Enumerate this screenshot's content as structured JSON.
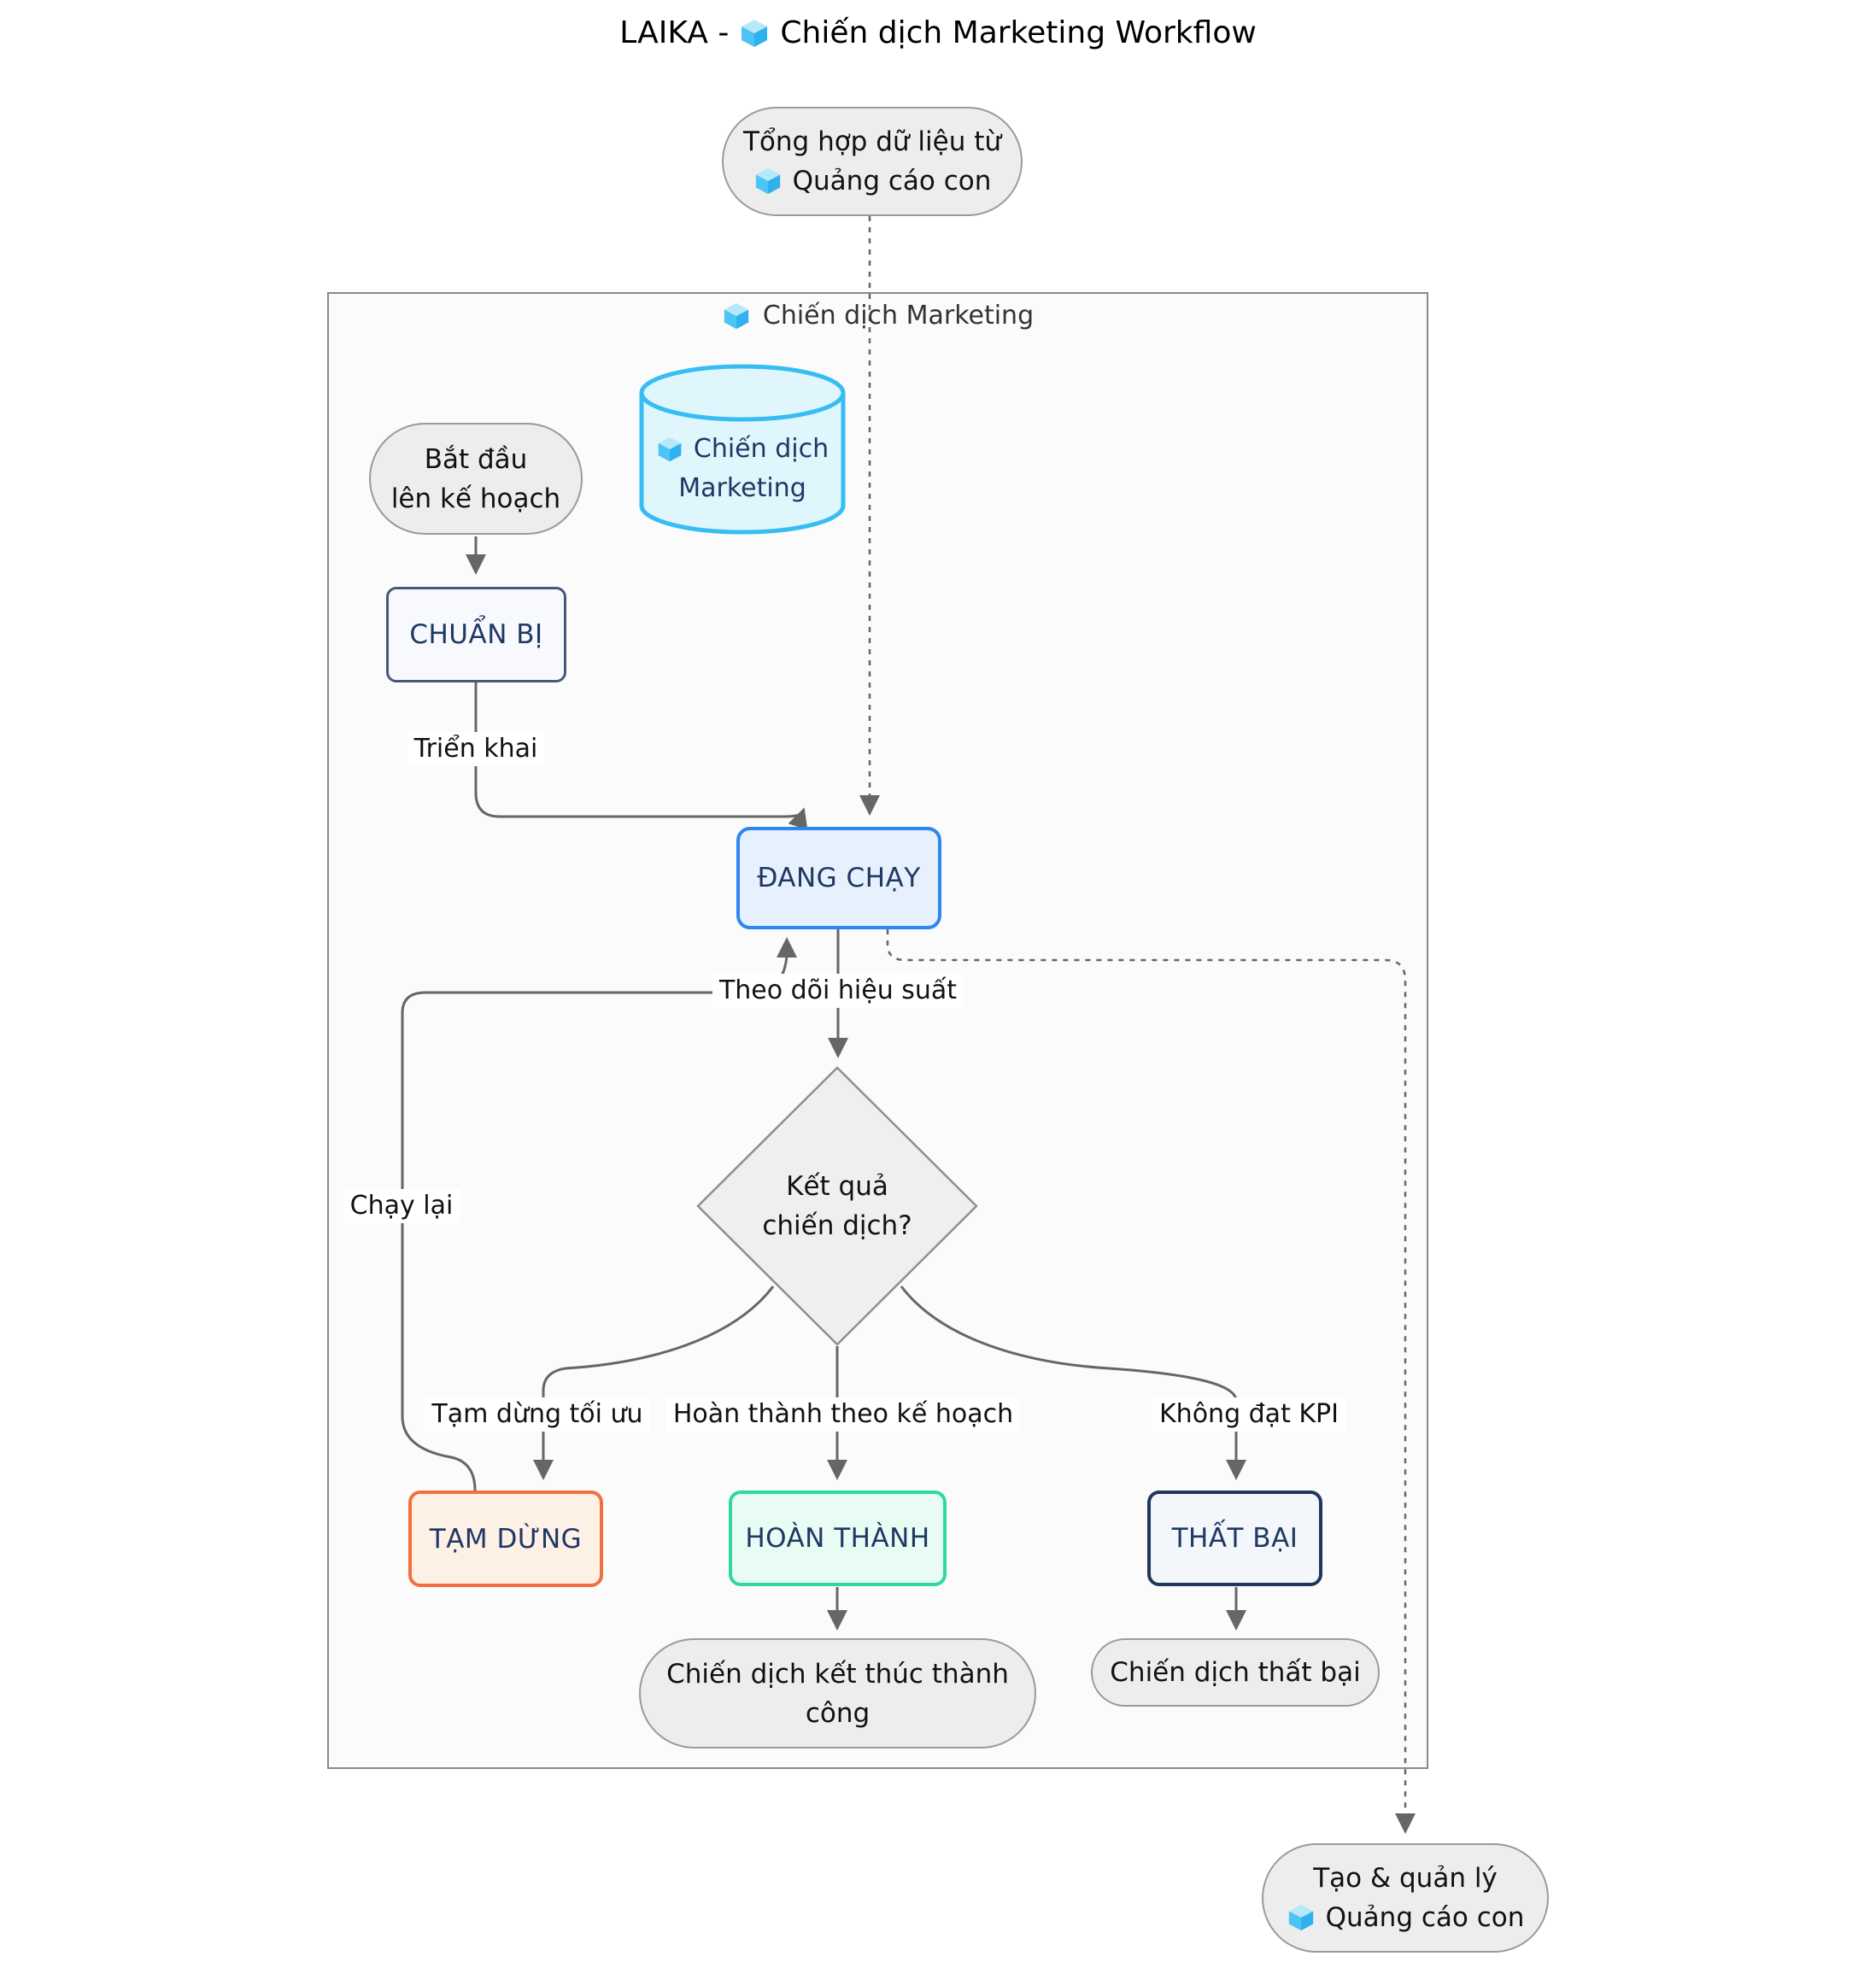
{
  "title": {
    "prefix": "LAIKA -",
    "suffix": "Chiến dịch Marketing Workflow"
  },
  "subgraph": {
    "label": "Chiến dịch Marketing"
  },
  "nodes": {
    "aggregate": {
      "line1": "Tổng hợp dữ liệu từ",
      "line2": "Quảng cáo con"
    },
    "db": {
      "line1": "Chiến dịch",
      "line2": "Marketing"
    },
    "start": {
      "line1": "Bắt đầu",
      "line2": "lên kế hoạch"
    },
    "prepare": {
      "label": "CHUẨN BỊ"
    },
    "running": {
      "label": "ĐANG CHẠY"
    },
    "decision": {
      "line1": "Kết quả",
      "line2": "chiến dịch?"
    },
    "paused": {
      "label": "TẠM DỪNG"
    },
    "completed": {
      "label": "HOÀN THÀNH"
    },
    "failed": {
      "label": "THẤT BẠI"
    },
    "success_end": {
      "line1": "Chiến dịch kết thúc thành",
      "line2": "công"
    },
    "fail_end": {
      "label": "Chiến dịch thất bại"
    },
    "manage": {
      "line1": "Tạo & quản lý",
      "line2": "Quảng cáo con"
    }
  },
  "edge_labels": {
    "deploy": "Triển khai",
    "monitor": "Theo dõi hiệu suất",
    "rerun": "Chạy lại",
    "pause": "Tạm dừng tối ưu",
    "complete": "Hoàn thành theo kế hoạch",
    "fail": "Không đạt KPI"
  },
  "icons": {
    "cube": "cube-icon"
  },
  "colors": {
    "running_border": "#2e86f0",
    "running_fill": "#e6f1fd",
    "prepare_border": "#46597b",
    "prepare_fill": "#f7f9fc",
    "paused_border": "#f2703e",
    "paused_fill": "#fdf1e6",
    "completed_border": "#2ed8a0",
    "completed_fill": "#e9fcf3",
    "failed_border": "#21365f",
    "failed_fill": "#f3f6fa",
    "db_border": "#36bdf2",
    "db_fill": "#dff6fd",
    "stadium_fill": "#ededed",
    "stadium_border": "#9a9a9a",
    "subgraph_border": "#8a8a8a",
    "subgraph_fill": "#fbfbfb",
    "edge_stroke": "#666666",
    "node_text": "#1f3864"
  }
}
